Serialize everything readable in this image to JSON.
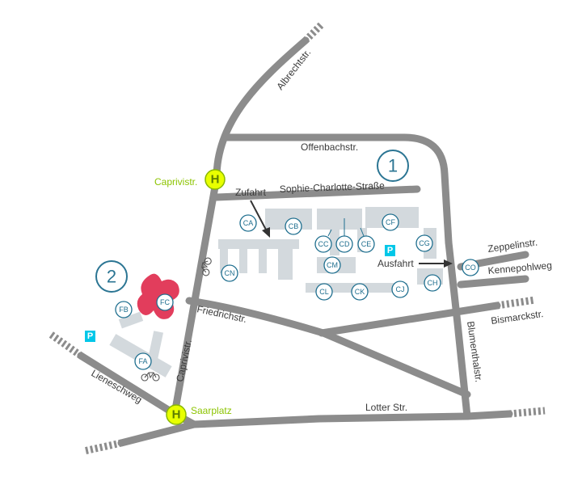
{
  "streets": {
    "albrecht": "Albrechtstr.",
    "offenbach": "Offenbachstr.",
    "sophie": "Sophie-Charlotte-Straße",
    "zeppelin": "Zeppelinstr.",
    "kennepohl": "Kennepohlweg",
    "bismarck": "Bismarckstr.",
    "friedrich": "Friedrichstr.",
    "caprivi": "Caprivistr.",
    "blumenthal": "Blumenthalstr.",
    "lotter": "Lotter Str.",
    "liene": "Lieneschweg"
  },
  "campus": {
    "one": "1",
    "two": "2"
  },
  "stops": {
    "caprivi": {
      "symbol": "H",
      "label": "Caprivistr."
    },
    "saarplatz": {
      "symbol": "H",
      "label": "Saarplatz"
    }
  },
  "annotations": {
    "zufahrt": "Zufahrt",
    "ausfahrt": "Ausfahrt"
  },
  "parking": {
    "symbol": "P"
  },
  "buildings": {
    "CA": "CA",
    "CB": "CB",
    "CC": "CC",
    "CD": "CD",
    "CE": "CE",
    "CF": "CF",
    "CG": "CG",
    "CH": "CH",
    "CJ": "CJ",
    "CK": "CK",
    "CL": "CL",
    "CM": "CM",
    "CN": "CN",
    "CO": "CO",
    "FA": "FA",
    "FB": "FB",
    "FC": "FC"
  },
  "colors": {
    "road": "#8c8c8c",
    "building": "#d3d9dd",
    "building_label": "#1f6f8f",
    "campus_number": "#2b7593",
    "bus_stop": "#e8ff00",
    "bus_label": "#8cc400",
    "parking": "#00c7e8",
    "highlight_building": "#e23d5c"
  },
  "icons": [
    "bus-stop-icon",
    "parking-icon",
    "bicycle-icon",
    "arrow-icon"
  ]
}
